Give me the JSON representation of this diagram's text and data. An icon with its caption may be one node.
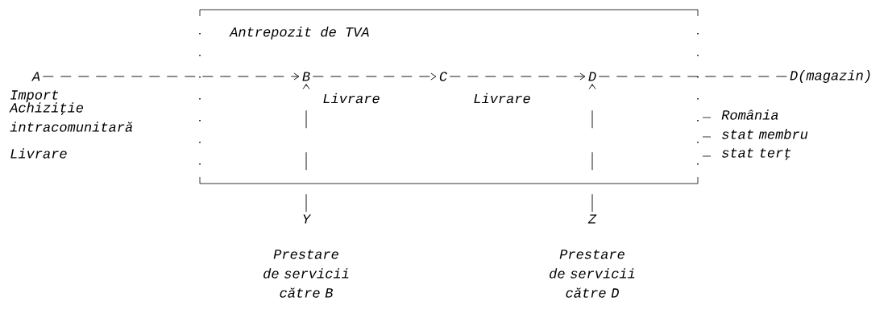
{
  "diagram": {
    "nodes": [
      {
        "text": [
          "Antrepozit de TVA"
        ]
      },
      {
        "text": [
          "A"
        ]
      },
      {
        "text": [
          "B"
        ],
        "in": 0
      },
      {
        "text": [
          "C"
        ],
        "in": 0
      },
      {
        "text": [
          "D"
        ],
        "in": 0
      },
      {
        "text": [
          "D(magazin)"
        ]
      },
      {
        "text": [
          "Y"
        ],
        "beside": [
          "Prestare de servicii către B"
        ]
      },
      {
        "text": [
          "Z"
        ],
        "beside": [
          "Prestare de servicii către D"
        ]
      }
    ],
    "edges": [
      {
        "from": 1,
        "to": 2,
        "arrow": "to",
        "style": "dashed"
      },
      {
        "from": 2,
        "to": 3,
        "arrow": "to",
        "style": "dashed",
        "label": "Livrare"
      },
      {
        "from": 3,
        "to": 4,
        "arrow": "to",
        "style": "dashed",
        "label": "Livrare"
      },
      {
        "from": 4,
        "to": 5,
        "arrow": "none",
        "style": "dashed"
      },
      {
        "from": 6,
        "to": 2,
        "arrow": "to",
        "style": "dashed"
      },
      {
        "from": 7,
        "to": 4,
        "arrow": "to",
        "style": "dashed"
      }
    ],
    "labels": [
      "Import",
      "Achiziţie intracomunitară",
      "Livrare",
      "România",
      "stat membru",
      "stat terţ"
    ]
  }
}
